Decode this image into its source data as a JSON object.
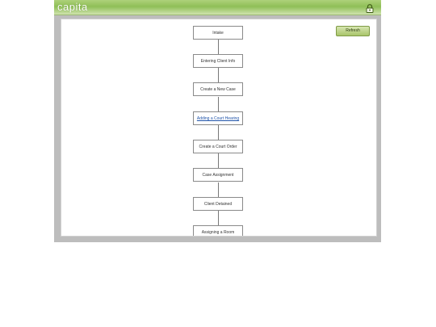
{
  "header": {
    "logo_text": "capita",
    "lock_icon": "lock-icon"
  },
  "toolbar": {
    "refresh_label": "Refresh"
  },
  "flow": {
    "steps": [
      {
        "label": "Intake",
        "link": false
      },
      {
        "label": "Entering Client Info",
        "link": false
      },
      {
        "label": "Create a New Case",
        "link": false
      },
      {
        "label": "Adding a Court Hearing",
        "link": true
      },
      {
        "label": "Create a Court Order",
        "link": false
      },
      {
        "label": "Case Assignment",
        "link": false
      },
      {
        "label": "Client Detained",
        "link": false
      },
      {
        "label": "Assigning a Room",
        "link": false
      }
    ]
  },
  "colors": {
    "header_green": "#8fbf57",
    "frame_gray": "#bdbdbd",
    "link_blue": "#2255aa"
  }
}
